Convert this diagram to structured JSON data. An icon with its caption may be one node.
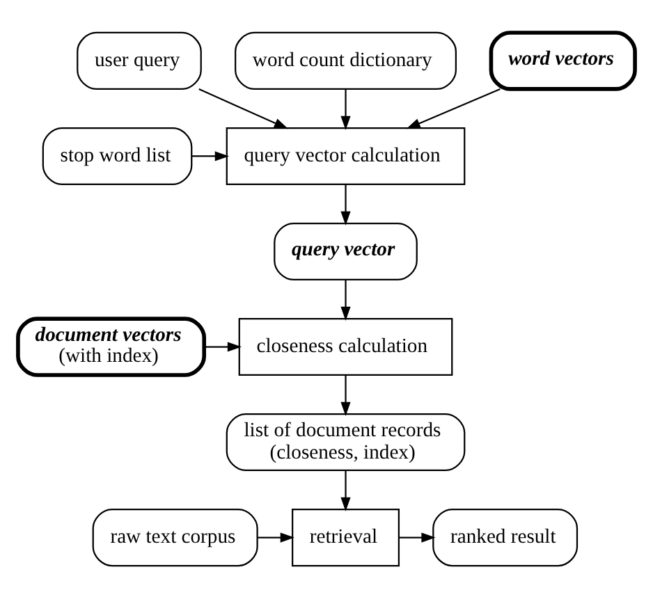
{
  "diagram": {
    "nodes": [
      {
        "text": [
          "user query"
        ]
      },
      {
        "text": [
          "word count dictionary"
        ]
      },
      {
        "text": [
          "stop word list"
        ]
      },
      {
        "text": [
          "query vector calculation"
        ]
      },
      {
        "text": [
          "word vectors"
        ]
      },
      {
        "text": [
          "query vector"
        ]
      },
      {
        "text": [
          "document vectors",
          "(with index)"
        ]
      },
      {
        "text": [
          "closeness calculation"
        ]
      },
      {
        "text": [
          "list of document records",
          "(closeness, index)"
        ]
      },
      {
        "text": [
          "raw text corpus"
        ]
      },
      {
        "text": [
          "retrieval"
        ]
      },
      {
        "text": [
          "ranked result"
        ]
      }
    ],
    "edges": [
      {
        "from": 0,
        "to": 3,
        "arrow": "to"
      },
      {
        "from": 1,
        "to": 3,
        "arrow": "to"
      },
      {
        "from": 2,
        "to": 3,
        "arrow": "to"
      },
      {
        "from": 4,
        "to": 3,
        "arrow": "to"
      },
      {
        "from": 3,
        "to": 5,
        "arrow": "to"
      },
      {
        "from": 5,
        "to": 7,
        "arrow": "to"
      },
      {
        "from": 6,
        "to": 7,
        "arrow": "to"
      },
      {
        "from": 7,
        "to": 8,
        "arrow": "to"
      },
      {
        "from": 8,
        "to": 10,
        "arrow": "to"
      },
      {
        "from": 9,
        "to": 10,
        "arrow": "to"
      },
      {
        "from": 10,
        "to": 11,
        "arrow": "to"
      }
    ]
  }
}
